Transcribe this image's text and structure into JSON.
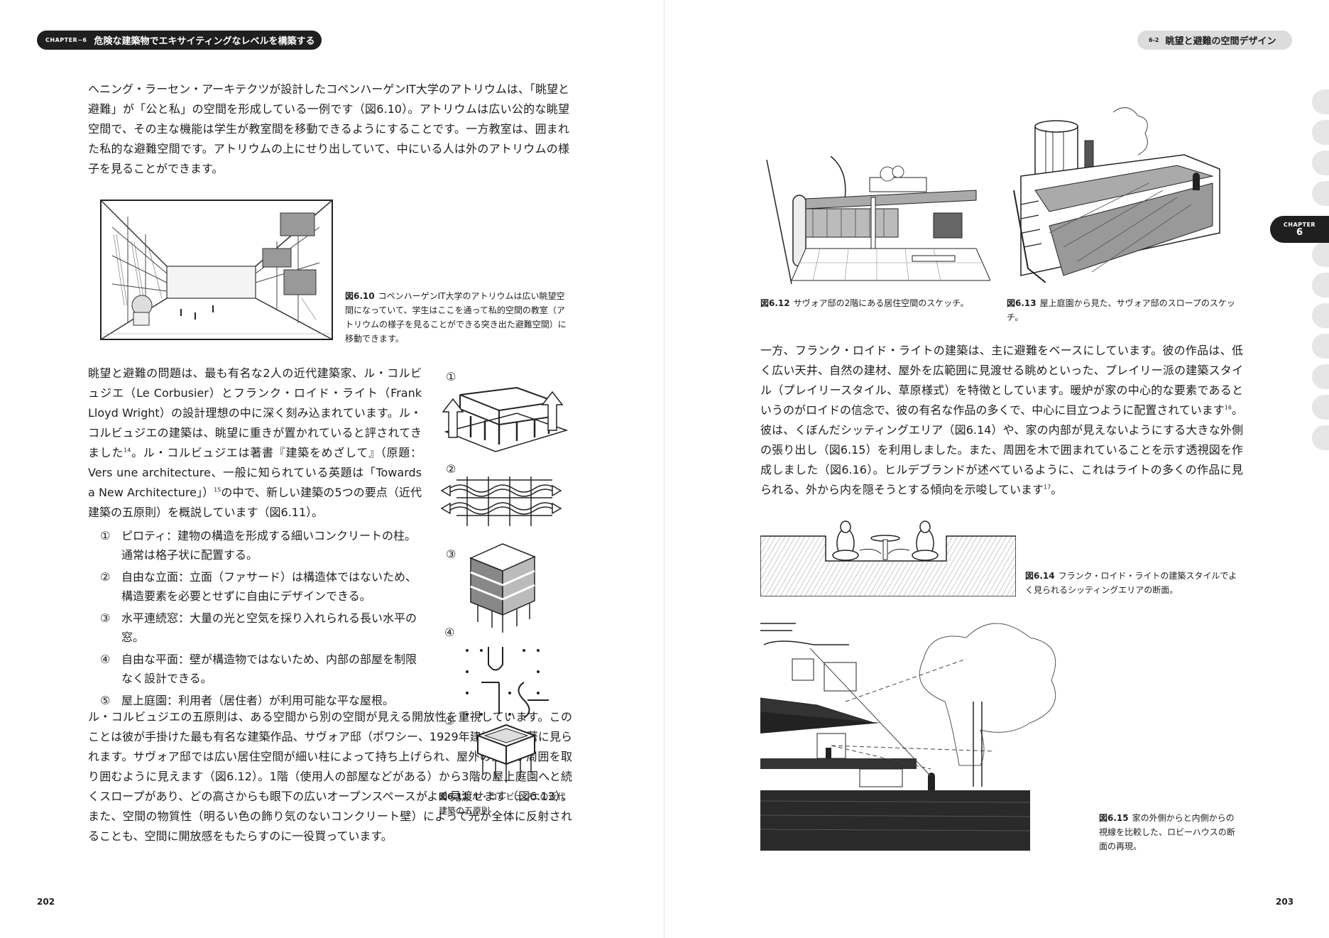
{
  "left": {
    "header": {
      "chapter_label": "CHAPTER−6",
      "chapter_title": "危険な建築物でエキサイティングなレベルを構築する"
    },
    "para1": "ヘニング・ラーセン・アーキテクツが設計したコペンハーゲンIT大学のアトリウムは、「眺望と避難」が「公と私」の空間を形成している一例です（図6.10）。アトリウムは広い公的な眺望空間で、その主な機能は学生が教室間を移動できるようにすることです。一方教室は、囲まれた私的な避難空間です。アトリウムの上にせり出していて、中にいる人は外のアトリウムの様子を見ることができます。",
    "fig_6_10": {
      "label": "図6.10",
      "caption": "コペンハーゲンIT大学のアトリウムは広い眺望空間になっていて、学生はここを通って私的空間の教室（アトリウムの様子を見ることができる突き出た避難空間）に移動できます。"
    },
    "para2_a": "眺望と避難の問題は、最も有名な2人の近代建築家、ル・コルビュジエ（Le Corbusier）とフランク・ロイド・ライト（Frank Lloyd Wright）の設計理想の中に深く刻み込まれています。ル・コルビュジエの建築は、眺望に重きが置かれていると評されてきました",
    "para2_sup1": "14",
    "para2_b": "。ル・コルビュジエは著書『建築をめざして』（原題：Vers une architecture、一般に知られている英題は「Towards a New Architecture」）",
    "para2_sup2": "15",
    "para2_c": "の中で、新しい建築の5つの要点（近代建築の五原則）を概説しています（図6.11）。",
    "list": [
      {
        "num": "①",
        "text": "ピロティ：建物の構造を形成する細いコンクリートの柱。通常は格子状に配置する。"
      },
      {
        "num": "②",
        "text": "自由な立面：立面（ファサード）は構造体ではないため、構造要素を必要とせずに自由にデザインできる。"
      },
      {
        "num": "③",
        "text": "水平連続窓：大量の光と空気を採り入れられる長い水平の窓。"
      },
      {
        "num": "④",
        "text": "自由な平面：壁が構造物ではないため、内部の部屋を制限なく設計できる。"
      },
      {
        "num": "⑤",
        "text": "屋上庭園：利用者（居住者）が利用可能な平な屋根。"
      }
    ],
    "para3": "ル・コルビュジエの五原則は、ある空間から別の空間が見える開放性を重視しています。このことは彼が手掛けた最も有名な建築作品、サヴォア邸（ポワシー、1929年建設）で顕著に見られます。サヴォア邸では広い居住空間が細い柱によって持ち上げられ、屋外の景色が周囲を取り囲むように見えます（図6.12）。1階（使用人の部屋などがある）から3階の屋上庭園へと続くスロープがあり、どの高さからも眼下の広いオープンスペースがよく見渡せます（図6.13）。また、空間の物質性（明るい色の飾り気のないコンクリート壁）によって光が全体に反射されることも、空間に開放感をもたらすのに一役買っています。",
    "fig_6_11": {
      "numbers": [
        "①",
        "②",
        "③",
        "④",
        "⑤"
      ],
      "label": "図6.11",
      "caption": "ル・コルビュジエの近代建築の五原則"
    },
    "page_number": "202"
  },
  "right": {
    "header": {
      "section_label": "6-2",
      "section_title": "眺望と避難の空間デザイン"
    },
    "chapter_tab": {
      "line1": "CHAPTER",
      "line2": "6"
    },
    "fig_6_12": {
      "label": "図6.12",
      "caption": "サヴォア邸の2階にある居住空間のスケッチ。"
    },
    "fig_6_13": {
      "label": "図6.13",
      "caption": "屋上庭園から見た、サヴォア邸のスロープのスケッチ。"
    },
    "para1_a": "一方、フランク・ロイド・ライトの建築は、主に避難をベースにしています。彼の作品は、低く広い天井、自然の建材、屋外を広範囲に見渡せる眺めといった、プレイリー派の建築スタイル（プレイリースタイル、草原様式）を特徴としています。暖炉が家の中心的な要素であるというのがロイドの信念で、彼の有名な作品の多くで、中心に目立つように配置されています",
    "para1_sup1": "16",
    "para1_b": "。彼は、くぼんだシッティングエリア（図6.14）や、家の内部が見えないようにする大きな外側の張り出し（図6.15）を利用しました。また、周囲を木で囲まれていることを示す透視図を作成しました（図6.16）。ヒルデブランドが述べているように、これはライトの多くの作品に見られる、外から内を隠そうとする傾向を示唆しています",
    "para1_sup2": "17",
    "para1_c": "。",
    "fig_6_14": {
      "label": "図6.14",
      "caption": "フランク・ロイド・ライトの建築スタイルでよく見られるシッティングエリアの断面。"
    },
    "fig_6_15": {
      "label": "図6.15",
      "caption": "家の外側からと内側からの視線を比較した、ロビーハウスの断面の再現。"
    },
    "page_number": "203"
  }
}
